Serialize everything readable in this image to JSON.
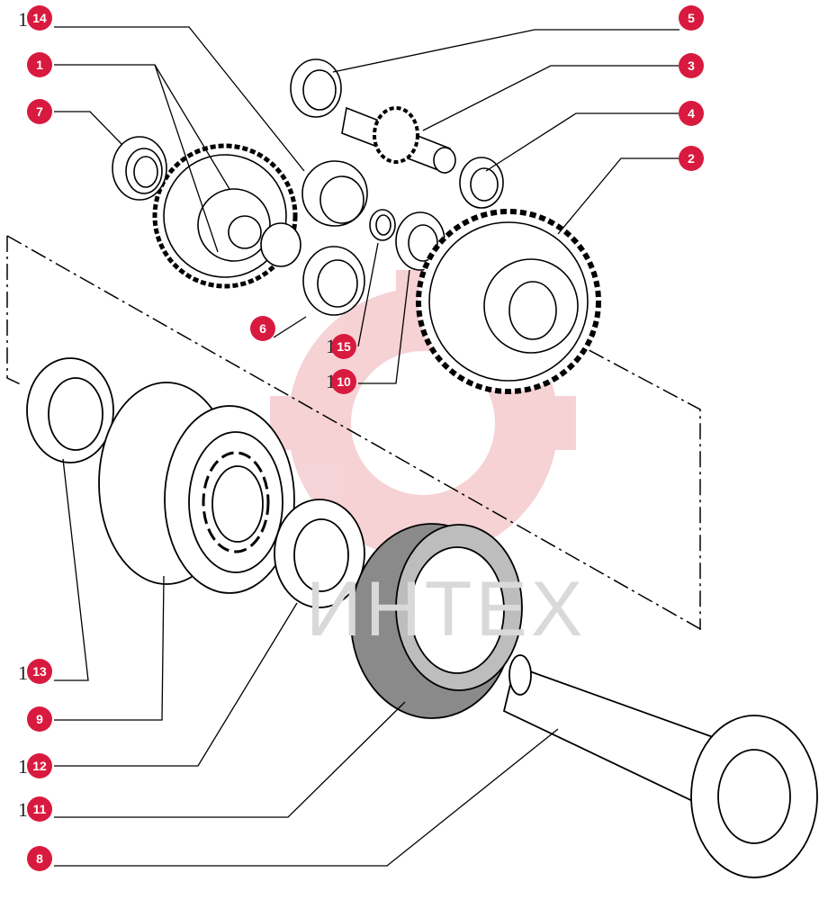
{
  "diagram": {
    "watermark_text": "ИНТЕХ",
    "accent_color": "#d81a3f",
    "callouts": [
      {
        "id": "c14",
        "label": "14",
        "lead": "1"
      },
      {
        "id": "c1",
        "label": "1",
        "lead": ""
      },
      {
        "id": "c7",
        "label": "7",
        "lead": ""
      },
      {
        "id": "c5",
        "label": "5",
        "lead": ""
      },
      {
        "id": "c3",
        "label": "3",
        "lead": ""
      },
      {
        "id": "c4",
        "label": "4",
        "lead": ""
      },
      {
        "id": "c2",
        "label": "2",
        "lead": ""
      },
      {
        "id": "c6",
        "label": "6",
        "lead": ""
      },
      {
        "id": "c15",
        "label": "15",
        "lead": "1"
      },
      {
        "id": "c10",
        "label": "10",
        "lead": "1"
      },
      {
        "id": "c13",
        "label": "13",
        "lead": "1"
      },
      {
        "id": "c9",
        "label": "9",
        "lead": ""
      },
      {
        "id": "c12",
        "label": "12",
        "lead": "1"
      },
      {
        "id": "c11",
        "label": "11",
        "lead": "1"
      },
      {
        "id": "c8",
        "label": "8",
        "lead": ""
      }
    ]
  }
}
